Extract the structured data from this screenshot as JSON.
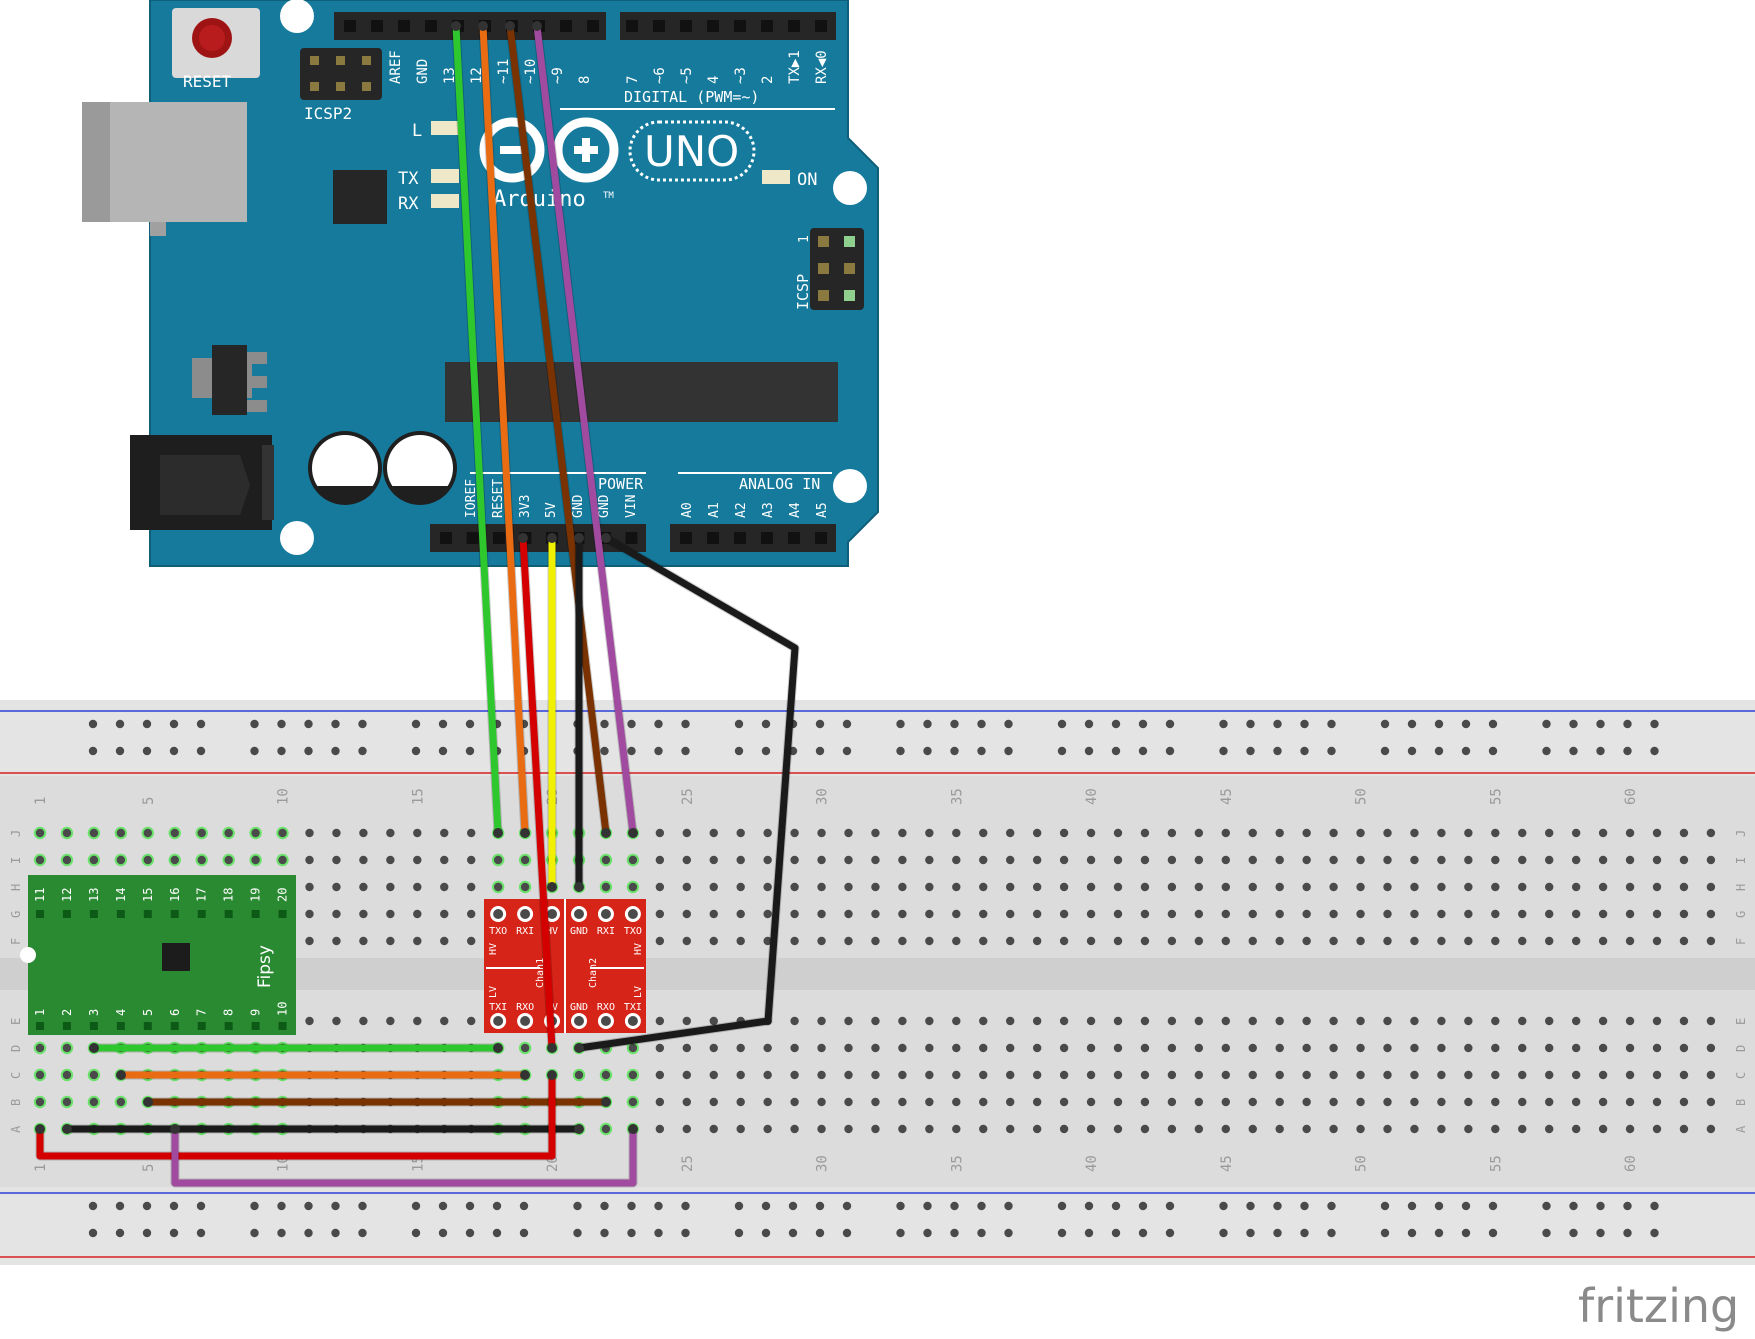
{
  "arduino": {
    "reset_label": "RESET",
    "icsp2_label": "ICSP2",
    "icsp_label": "ICSP",
    "icsp_pin1": "1",
    "brand": "Arduino",
    "brand_tm": "TM",
    "model": "UNO",
    "digital_label": "DIGITAL (PWM=~)",
    "power_label": "POWER",
    "analog_label": "ANALOG IN",
    "led_l": "L",
    "led_tx": "TX",
    "led_rx": "RX",
    "led_on": "ON",
    "digital_pins": [
      "AREF",
      "GND",
      "13",
      "12",
      "~11",
      "~10",
      "~9",
      "8",
      "7",
      "~6",
      "~5",
      "4",
      "~3",
      "2",
      "TX▶1",
      "RX◀0"
    ],
    "power_pins": [
      "IOREF",
      "RESET",
      "3V3",
      "5V",
      "GND",
      "GND",
      "VIN"
    ],
    "analog_pins": [
      "A0",
      "A1",
      "A2",
      "A3",
      "A4",
      "A5"
    ]
  },
  "breadboard": {
    "column_numbers": [
      "1",
      "5",
      "10",
      "15",
      "20",
      "25",
      "30",
      "35",
      "40",
      "45",
      "50",
      "55",
      "60"
    ],
    "rows_top": [
      "J",
      "I",
      "H",
      "G",
      "F"
    ],
    "rows_bottom": [
      "E",
      "D",
      "C",
      "B",
      "A"
    ]
  },
  "fipsy": {
    "name": "Fipsy",
    "top_pins": [
      "11",
      "12",
      "13",
      "14",
      "15",
      "16",
      "17",
      "18",
      "19",
      "20"
    ],
    "bottom_pins": [
      "1",
      "2",
      "3",
      "4",
      "5",
      "6",
      "7",
      "8",
      "9",
      "10"
    ]
  },
  "level_shifter": {
    "top_labels": [
      "TXO",
      "RXI",
      "HV",
      "GND",
      "RXI",
      "TXO"
    ],
    "bottom_labels": [
      "TXI",
      "RXO",
      "LV",
      "GND",
      "RXO",
      "TXI"
    ],
    "side_hv": "HV",
    "side_lv": "LV",
    "chan1": "Chan1",
    "chan2": "Chan2"
  },
  "watermark": "fritzing",
  "colors": {
    "board_blue": "#157a9c",
    "wire_green": "#2ec82e",
    "wire_orange": "#ea6c12",
    "wire_brown": "#7a3300",
    "wire_purple": "#a04aa0",
    "wire_red": "#d40000",
    "wire_yellow": "#f0f000",
    "wire_black": "#1a1a1a",
    "shifter_red": "#d62418",
    "fipsy_green": "#2a8a32"
  }
}
